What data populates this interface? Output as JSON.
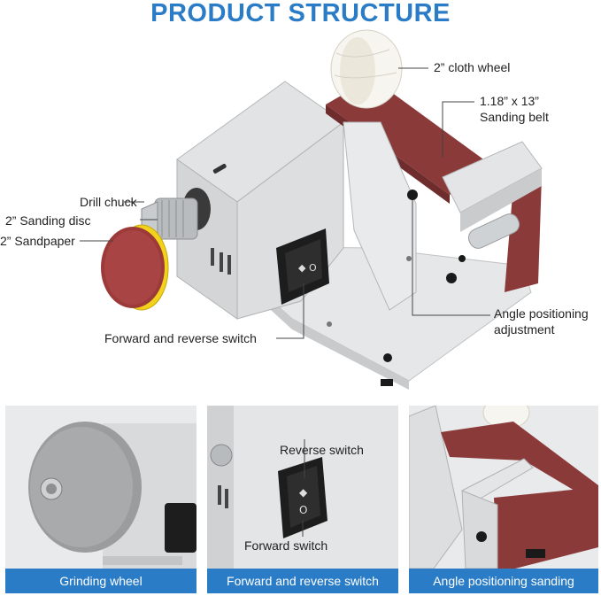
{
  "header": {
    "title": "PRODUCT STRUCTURE"
  },
  "callouts": {
    "cloth_wheel": "2” cloth wheel",
    "belt_size": "1.18” x 13”",
    "belt_name": "Sanding belt",
    "drill_chuck": "Drill chuck",
    "sanding_disc": "2” Sanding disc",
    "sandpaper": "2” Sandpaper",
    "angle_line1": "Angle positioning",
    "angle_line2": "adjustment",
    "fr_switch": "Forward and reverse switch"
  },
  "panels": [
    {
      "caption": "Grinding wheel"
    },
    {
      "caption": "Forward and reverse switch",
      "reverse_label": "Reverse switch",
      "forward_label": "Forward switch"
    },
    {
      "caption": "Angle positioning sanding"
    }
  ],
  "colors": {
    "accent": "#2a7cc7",
    "belt": "#8b3a3a",
    "disc_yellow": "#f2d21a",
    "body_gray": "#d9dbdd"
  }
}
